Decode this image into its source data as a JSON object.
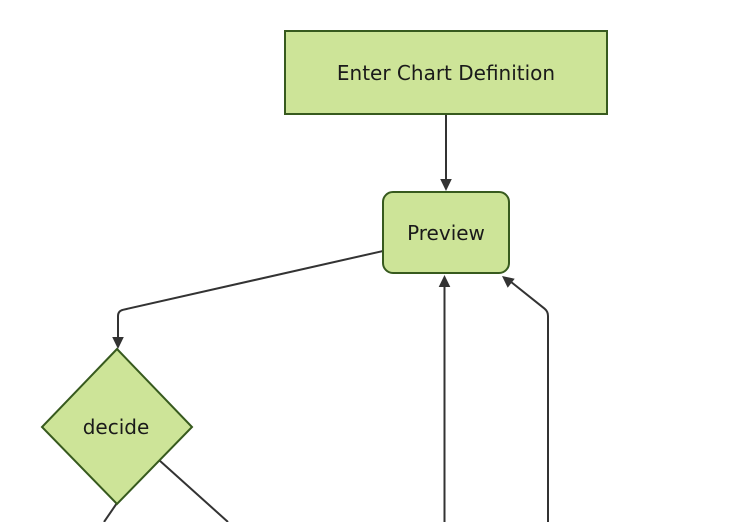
{
  "diagram": {
    "type": "flowchart",
    "direction": "top-down",
    "nodes": {
      "enter_chart_definition": {
        "label": "Enter Chart Definition",
        "shape": "rectangle"
      },
      "preview": {
        "label": "Preview",
        "shape": "rounded-rectangle"
      },
      "decide": {
        "label": "decide",
        "shape": "diamond"
      }
    },
    "edges": [
      {
        "from": "enter_chart_definition",
        "to": "preview",
        "arrowhead": true
      },
      {
        "from": "preview",
        "to": "decide",
        "arrowhead": true
      },
      {
        "from": "offscreen_below_center",
        "to": "preview",
        "arrowhead": true
      },
      {
        "from": "offscreen_below_right",
        "to": "preview",
        "arrowhead": true
      },
      {
        "from": "decide",
        "to": "offscreen_below_left",
        "arrowhead": false
      },
      {
        "from": "decide",
        "to": "offscreen_below_right",
        "arrowhead": false
      }
    ]
  },
  "colors": {
    "background": "#ffffff",
    "node_fill": "#cde498",
    "node_border": "#375a1e",
    "edge_line": "#333333",
    "label_text": "#1a1a1a"
  }
}
